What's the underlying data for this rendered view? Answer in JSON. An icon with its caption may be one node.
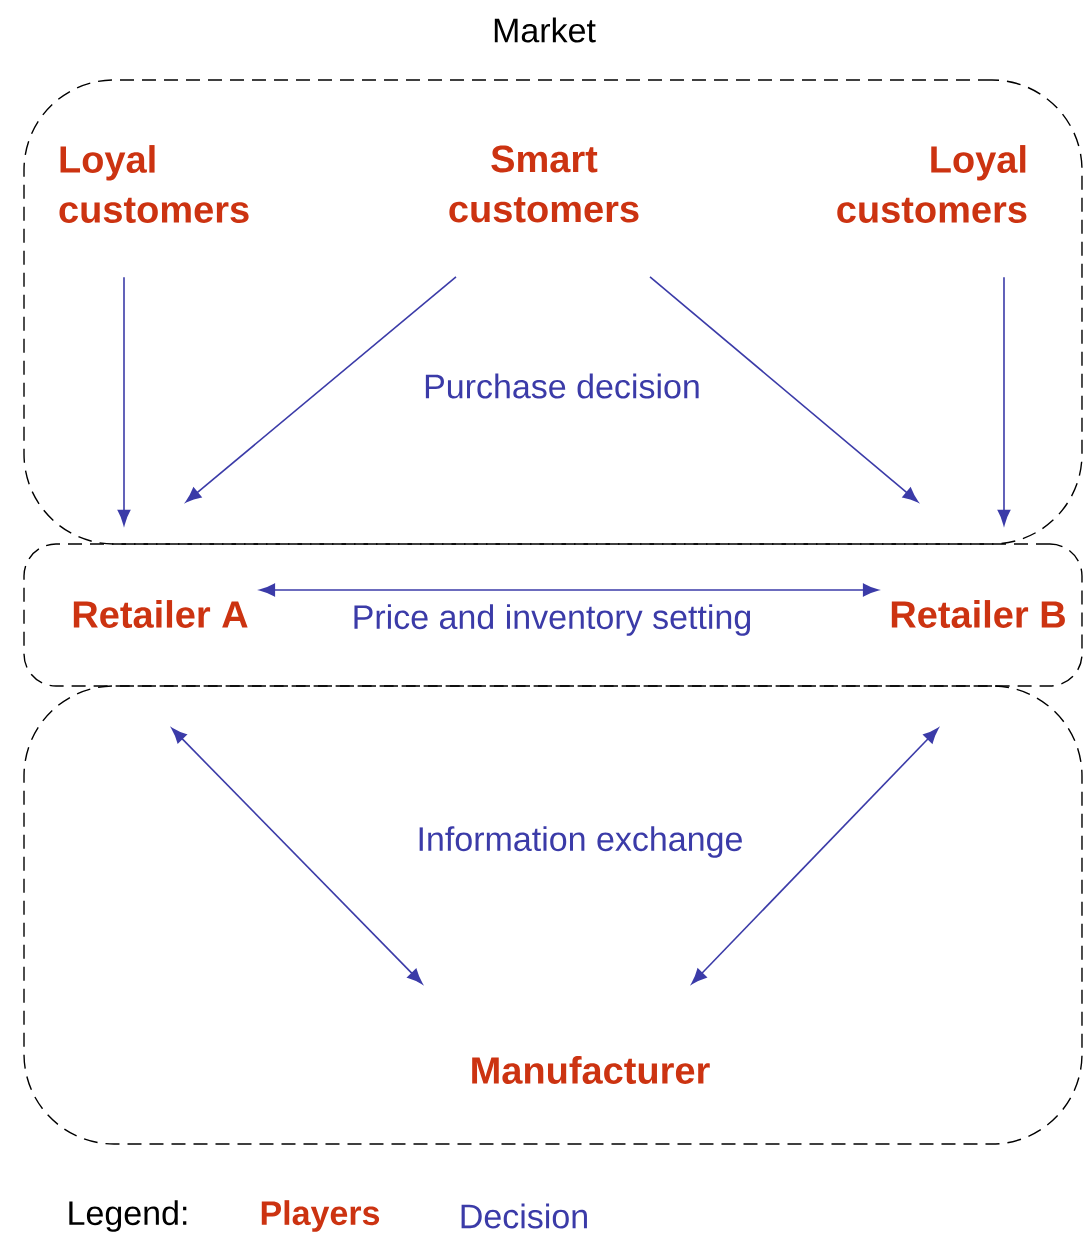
{
  "diagram": {
    "nodes": [
      {
        "text": [
          "Market"
        ]
      },
      {
        "text": [
          "Loyal customers"
        ],
        "in": 0
      },
      {
        "text": [
          "Smart customers"
        ],
        "in": 0
      },
      {
        "text": [
          "Loyal customers"
        ],
        "in": 0
      },
      {
        "text": [],
        "shape": "box"
      },
      {
        "text": [
          "Retailer A"
        ],
        "in": 4
      },
      {
        "text": [
          "Retailer B"
        ],
        "in": 4
      },
      {
        "text": [],
        "shape": "box"
      },
      {
        "text": [
          "Manufacturer"
        ],
        "in": 7
      }
    ],
    "edges": [
      {
        "from": 1,
        "to": 5,
        "arrow": "to"
      },
      {
        "from": 2,
        "to": 5,
        "arrow": "to"
      },
      {
        "from": 2,
        "to": 6,
        "arrow": "to"
      },
      {
        "from": 3,
        "to": 6,
        "arrow": "to"
      },
      {
        "from": 5,
        "to": 6,
        "arrow": "both",
        "label": "Price  and inventory setting"
      },
      {
        "from": 5,
        "to": 8,
        "arrow": "both"
      },
      {
        "from": 6,
        "to": 8,
        "arrow": "both"
      }
    ],
    "labels": [
      "Purchase decision",
      "Information exchange",
      "Legend:"
    ],
    "legend": [
      {
        "text": "Players",
        "color": "#cc3311"
      },
      {
        "text": "Decision",
        "color": "#3b3ba8"
      }
    ]
  }
}
